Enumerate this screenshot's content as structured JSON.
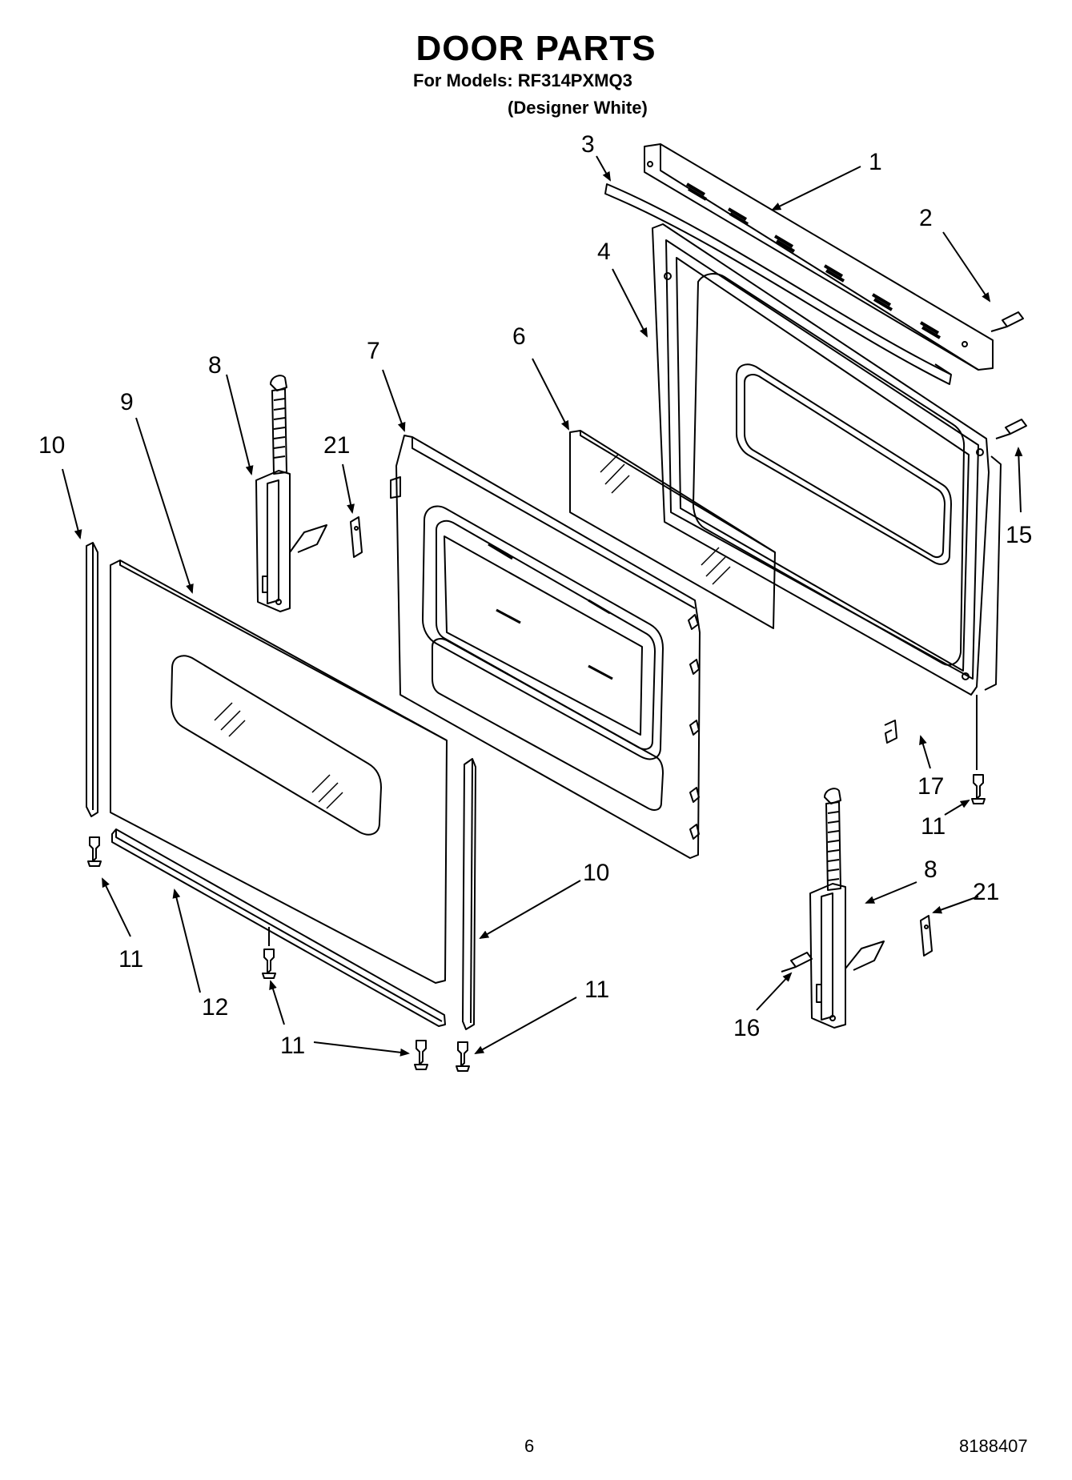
{
  "header": {
    "title": "DOOR PARTS",
    "models_line": "For Models: RF314PXMQ3",
    "variant": "(Designer White)"
  },
  "callouts": {
    "c1": "1",
    "c2": "2",
    "c3": "3",
    "c4": "4",
    "c6": "6",
    "c7": "7",
    "c8a": "8",
    "c8b": "8",
    "c9": "9",
    "c10a": "10",
    "c10b": "10",
    "c11a": "11",
    "c11b": "11",
    "c11c": "11",
    "c11d": "11",
    "c12": "12",
    "c15": "15",
    "c16": "16",
    "c17": "17",
    "c21a": "21",
    "c21b": "21"
  },
  "footer": {
    "page_number": "6",
    "doc_number": "8188407"
  }
}
